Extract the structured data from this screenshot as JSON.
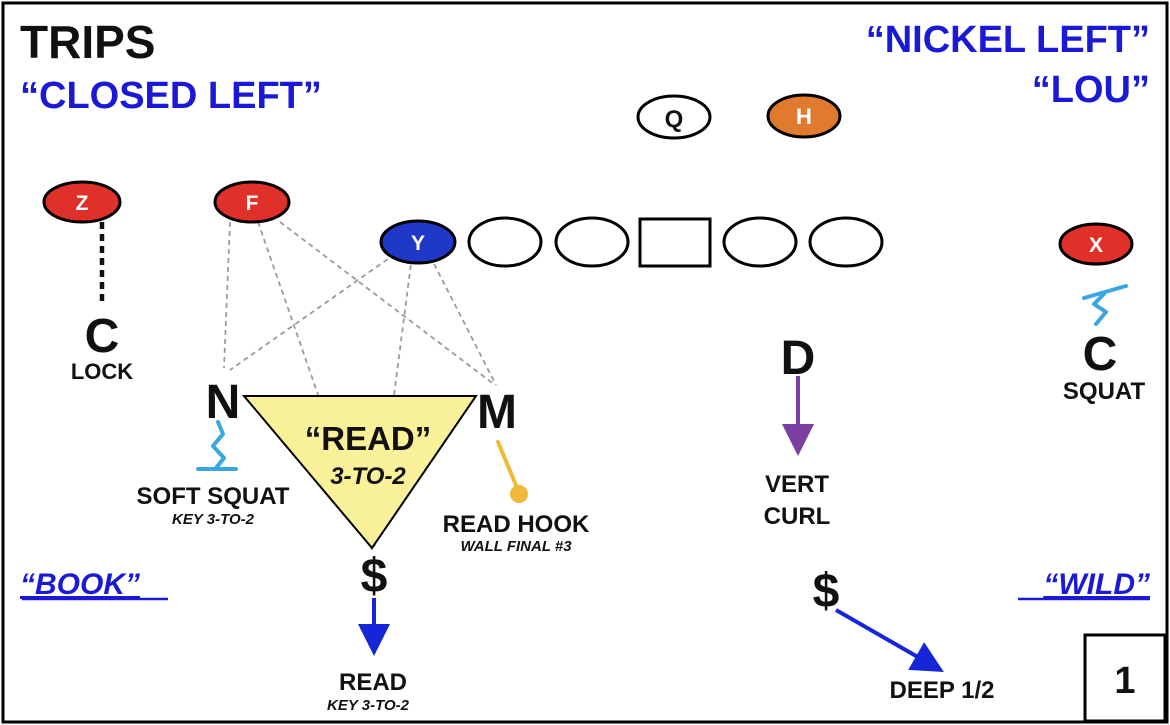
{
  "colors": {
    "title_black": "#111111",
    "call_blue": "#1a1ad6",
    "receiver_red": "#e0302a",
    "back_orange": "#e07a2e",
    "tight_end_blue": "#1f38c8",
    "read_zone_yellow": "#f8f19a",
    "squat_cyan": "#3aa6e0",
    "hook_gold": "#f0b93a",
    "vert_purple": "#7b3fa0",
    "deep_blue": "#1526d8",
    "dashed_gray": "#9a9a9a"
  },
  "header": {
    "formation": "TRIPS",
    "offense_call": "“CLOSED LEFT”",
    "defense_call": "“NICKEL LEFT”",
    "defense_subcall": "“LOU”"
  },
  "offense": {
    "quarterback": "Q",
    "halfback": "H",
    "z_receiver": "Z",
    "f_receiver": "F",
    "y_receiver": "Y",
    "x_receiver": "X"
  },
  "defense": {
    "left_corner": {
      "letter": "C",
      "assignment": "LOCK"
    },
    "nickel": {
      "letter": "N",
      "assignment": "SOFT SQUAT",
      "note": "KEY 3-TO-2"
    },
    "mike": {
      "letter": "M",
      "assignment": "READ HOOK",
      "note": "WALL FINAL #3"
    },
    "read_zone": {
      "title": "“READ”",
      "subtitle": "3-TO-2"
    },
    "safety_left": {
      "letter": "$",
      "assignment": "READ",
      "note": "KEY 3-TO-2"
    },
    "dime": {
      "letter": "D",
      "assignment_line1": "VERT",
      "assignment_line2": "CURL"
    },
    "safety_right": {
      "letter": "$",
      "assignment": "DEEP 1/2"
    },
    "right_corner": {
      "letter": "C",
      "assignment": "SQUAT"
    }
  },
  "side_calls": {
    "left": "“BOOK”",
    "right": "“WILD”"
  },
  "page_number": "1"
}
